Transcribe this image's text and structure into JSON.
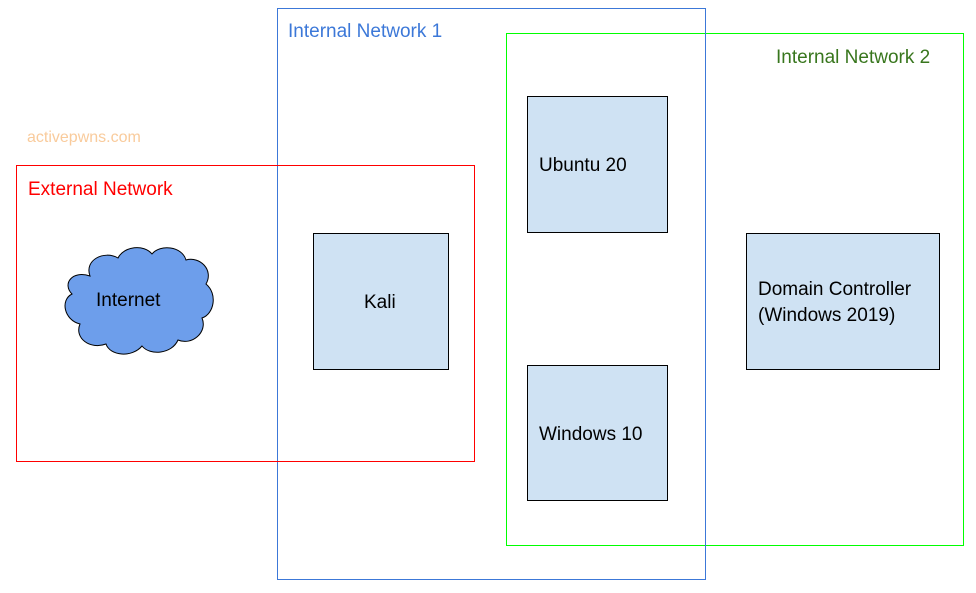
{
  "watermark": "activepwns.com",
  "zones": {
    "external": {
      "label": "External Network",
      "color": "#ff0000"
    },
    "internal1": {
      "label": "Internal Network 1",
      "color": "#3c78d8"
    },
    "internal2": {
      "label": "Internal Network 2",
      "color": "#38761d",
      "border_color": "#00ff00"
    }
  },
  "cloud": {
    "label": "Internet",
    "fill": "#6d9eeb",
    "icon": "cloud-icon"
  },
  "nodes": {
    "kali": "Kali",
    "ubuntu": "Ubuntu 20",
    "windows10": "Windows 10",
    "dc": "Domain Controller\n(Windows 2019)"
  },
  "node_fill": "#cfe2f3"
}
